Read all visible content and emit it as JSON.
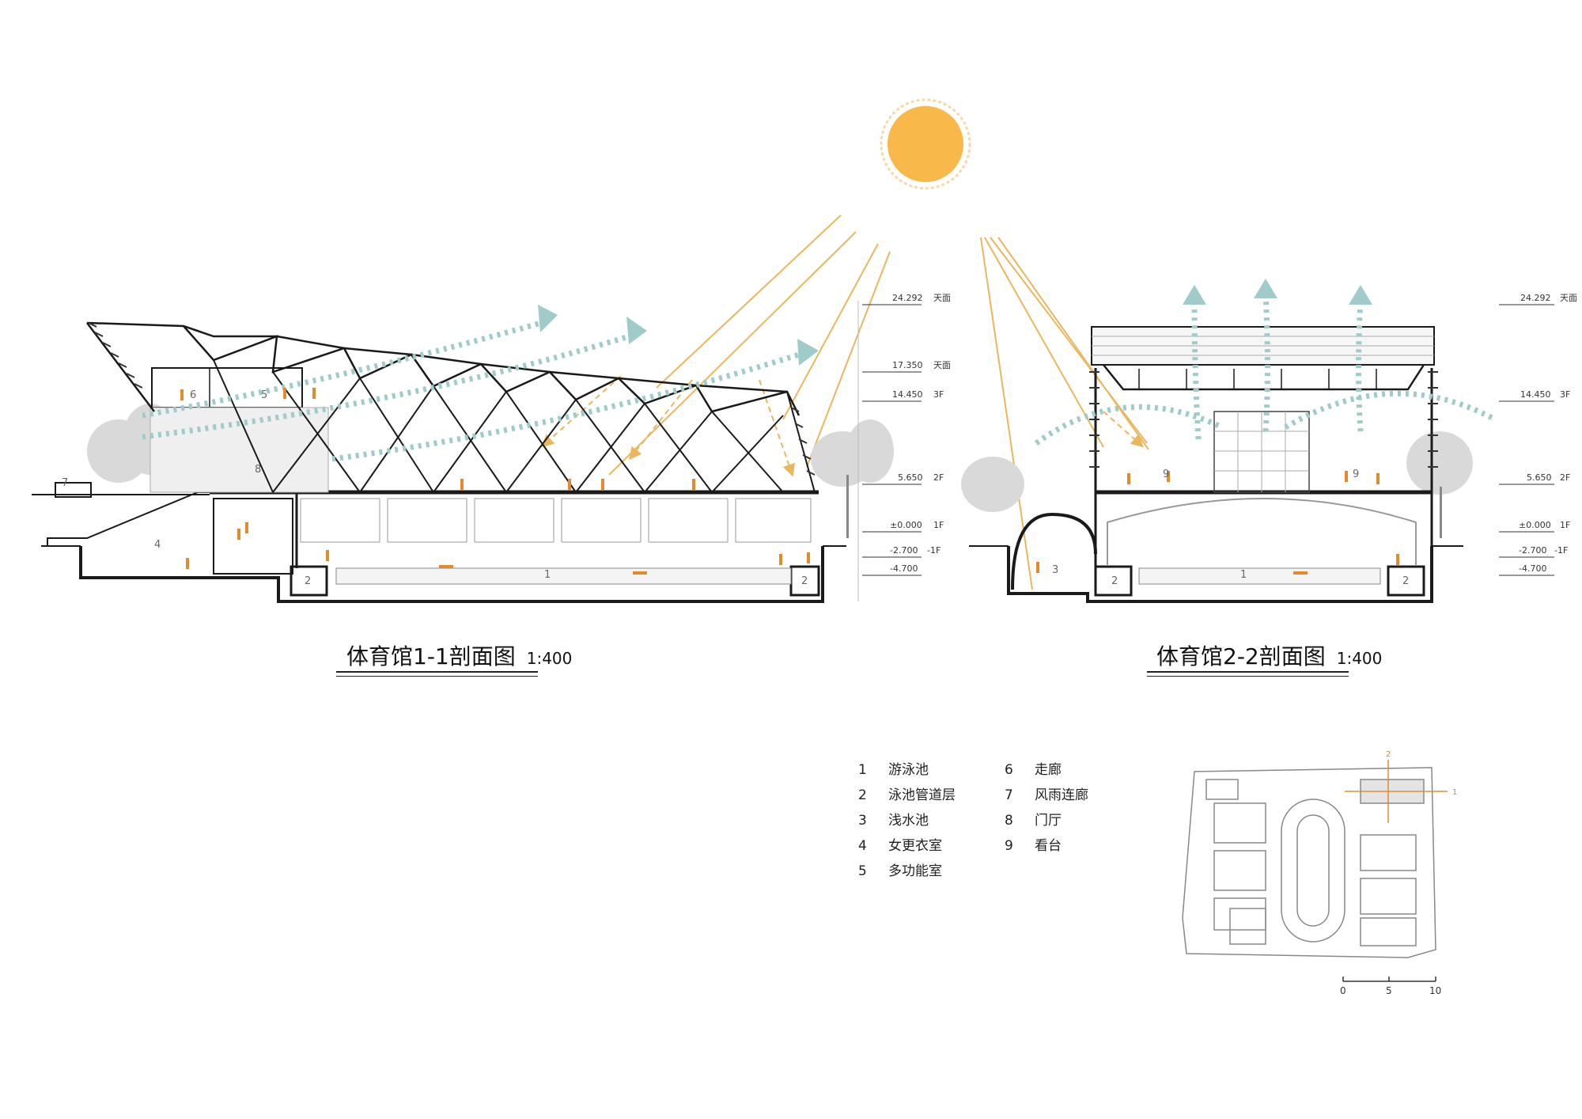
{
  "sections": [
    {
      "title": "体育馆1-1剖面图",
      "scale": "1:400"
    },
    {
      "title": "体育馆2-2剖面图",
      "scale": "1:400"
    }
  ],
  "levels_section1": [
    {
      "value": "24.292",
      "name": "天面"
    },
    {
      "value": "17.350",
      "name": "天面"
    },
    {
      "value": "14.450",
      "name": "3F"
    },
    {
      "value": "5.650",
      "name": "2F"
    },
    {
      "value": "±0.000",
      "name": "1F"
    },
    {
      "value": "-2.700",
      "name": "-1F"
    },
    {
      "value": "-4.700",
      "name": ""
    }
  ],
  "levels_section2": [
    {
      "value": "24.292",
      "name": "天面"
    },
    {
      "value": "14.450",
      "name": "3F"
    },
    {
      "value": "5.650",
      "name": "2F"
    },
    {
      "value": "±0.000",
      "name": "1F"
    },
    {
      "value": "-2.700",
      "name": "-1F"
    },
    {
      "value": "-4.700",
      "name": ""
    }
  ],
  "section1_tags": [
    "1",
    "2",
    "2",
    "4",
    "5",
    "6",
    "7",
    "8"
  ],
  "section2_tags": [
    "1",
    "2",
    "2",
    "3",
    "9",
    "9"
  ],
  "legend": [
    {
      "num": "1",
      "text": "游泳池"
    },
    {
      "num": "2",
      "text": "泳池管道层"
    },
    {
      "num": "3",
      "text": "浅水池"
    },
    {
      "num": "4",
      "text": "女更衣室"
    },
    {
      "num": "5",
      "text": "多功能室"
    },
    {
      "num": "6",
      "text": "走廊"
    },
    {
      "num": "7",
      "text": "风雨连廊"
    },
    {
      "num": "8",
      "text": "门厅"
    },
    {
      "num": "9",
      "text": "看台"
    }
  ],
  "keyplan": {
    "scale_ticks": [
      "0",
      "5",
      "10"
    ],
    "cut_marks": [
      "2",
      "1"
    ]
  },
  "colors": {
    "sun": "#F8B84A",
    "sun_ray": "#EBB65C",
    "airflow": "#9FCCCB",
    "people": "#E38B2C",
    "line": "#1a1a1a"
  }
}
